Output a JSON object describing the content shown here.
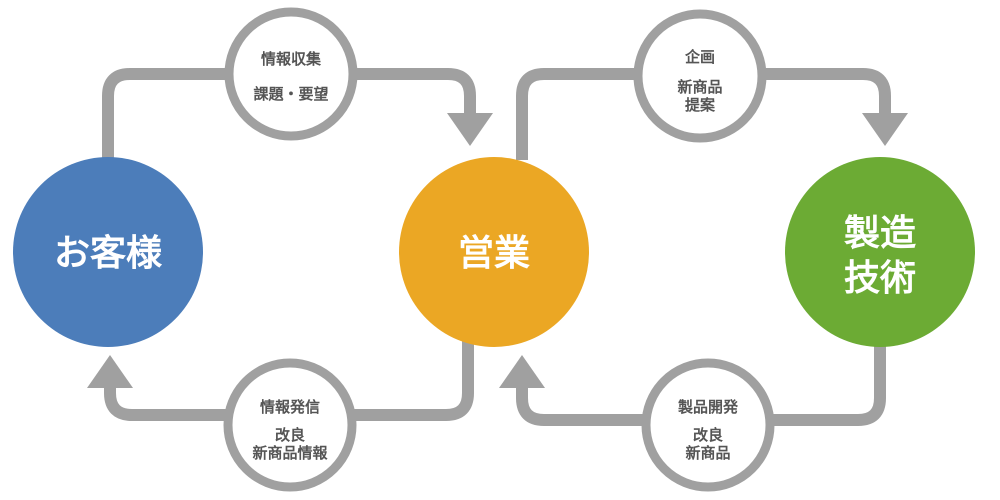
{
  "colors": {
    "line": "#a0a0a0",
    "customer": "#4c7dba",
    "sales": "#eba724",
    "tech": "#6cab34",
    "text": "#555555"
  },
  "nodes": {
    "customer": {
      "lines": [
        "お客様"
      ]
    },
    "sales": {
      "lines": [
        "営業"
      ]
    },
    "tech": {
      "lines": [
        "製造",
        "技術"
      ]
    }
  },
  "flows": {
    "top_left": {
      "title": "情報収集",
      "lines": [
        "課題・要望"
      ]
    },
    "bottom_left": {
      "title": "情報発信",
      "lines": [
        "改良",
        "新商品情報"
      ]
    },
    "top_right": {
      "title": "企画",
      "lines": [
        "新商品",
        "提案"
      ]
    },
    "bottom_right": {
      "title": "製品開発",
      "lines": [
        "改良",
        "新商品"
      ]
    }
  }
}
